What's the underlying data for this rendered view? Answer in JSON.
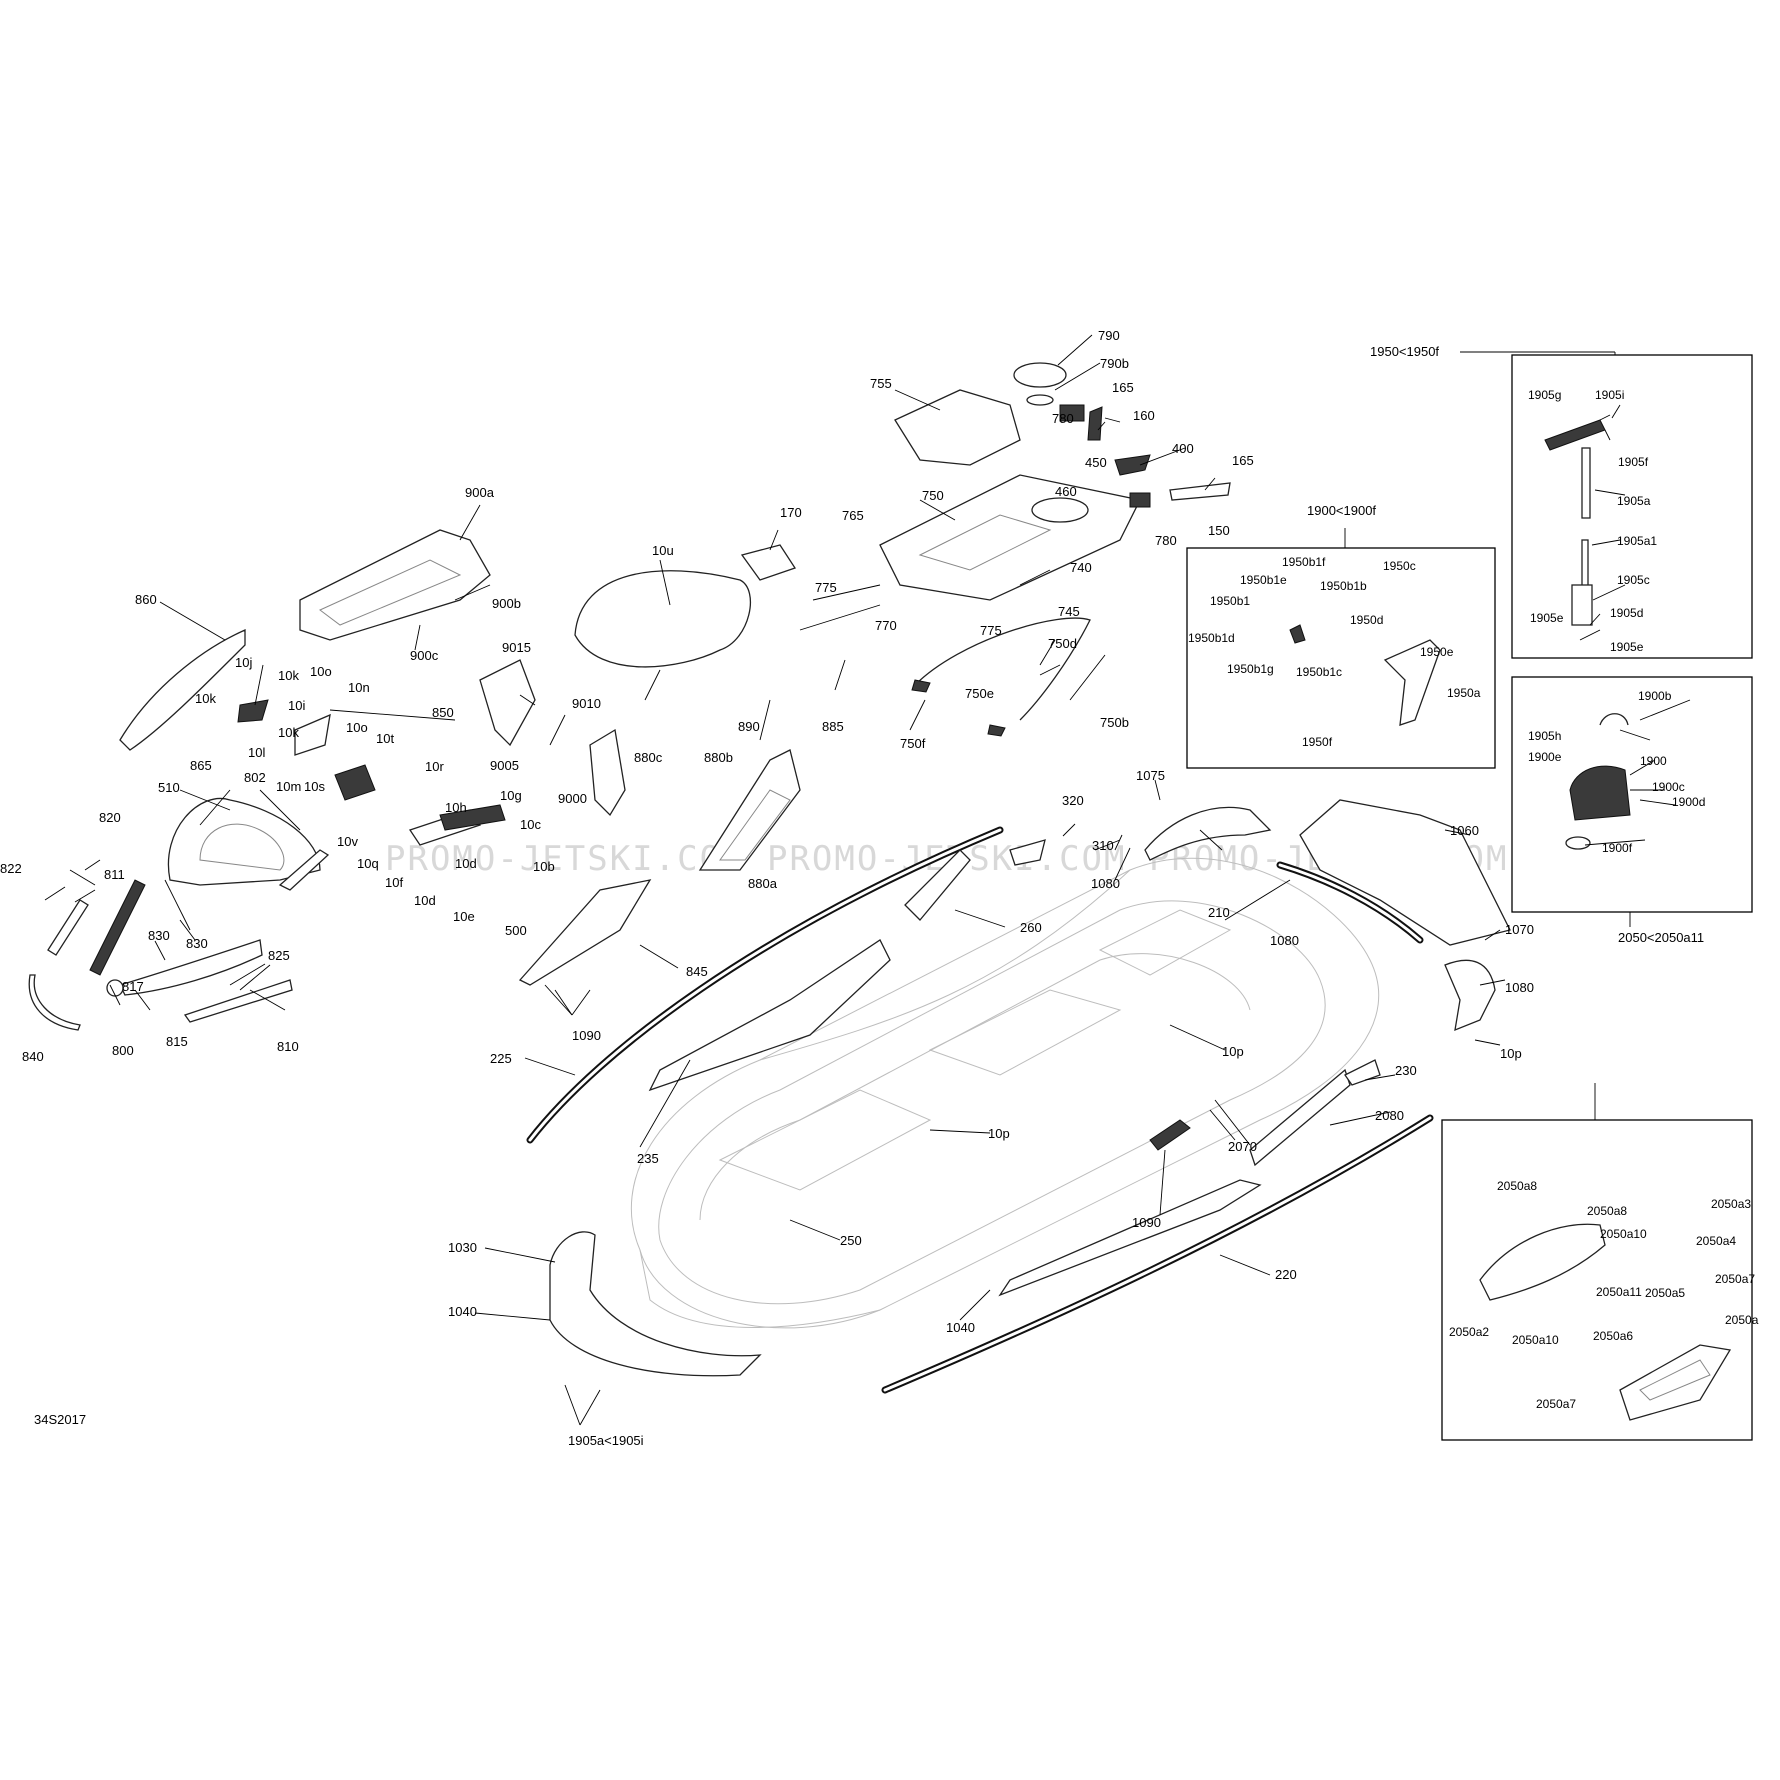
{
  "diagram": {
    "ref_code": "34S2017",
    "watermark": "PROMO-JETSKI.COM   PROMO-JETSKI.COM   PROMO-JETSKI.COM",
    "labels": [
      {
        "text": "790"
      },
      {
        "text": "790b"
      },
      {
        "text": "755"
      },
      {
        "text": "165"
      },
      {
        "text": "160"
      },
      {
        "text": "780"
      },
      {
        "text": "400"
      },
      {
        "text": "450"
      },
      {
        "text": "165"
      },
      {
        "text": "460"
      },
      {
        "text": "750"
      },
      {
        "text": "765"
      },
      {
        "text": "150"
      },
      {
        "text": "780"
      },
      {
        "text": "740"
      },
      {
        "text": "775"
      },
      {
        "text": "745"
      },
      {
        "text": "770"
      },
      {
        "text": "775"
      },
      {
        "text": "750d"
      },
      {
        "text": "750e"
      },
      {
        "text": "750b"
      },
      {
        "text": "750f"
      },
      {
        "text": "170"
      },
      {
        "text": "10u"
      },
      {
        "text": "900a"
      },
      {
        "text": "900b"
      },
      {
        "text": "900c"
      },
      {
        "text": "860"
      },
      {
        "text": "10j"
      },
      {
        "text": "10k"
      },
      {
        "text": "10k"
      },
      {
        "text": "10i"
      },
      {
        "text": "10k"
      },
      {
        "text": "10l"
      },
      {
        "text": "10m"
      },
      {
        "text": "10o"
      },
      {
        "text": "10n"
      },
      {
        "text": "10o"
      },
      {
        "text": "850"
      },
      {
        "text": "10t"
      },
      {
        "text": "865"
      },
      {
        "text": "9015"
      },
      {
        "text": "9010"
      },
      {
        "text": "9005"
      },
      {
        "text": "9000"
      },
      {
        "text": "880c"
      },
      {
        "text": "880b"
      },
      {
        "text": "890"
      },
      {
        "text": "885"
      },
      {
        "text": "880a"
      },
      {
        "text": "10r"
      },
      {
        "text": "10s"
      },
      {
        "text": "10h"
      },
      {
        "text": "10g"
      },
      {
        "text": "10v"
      },
      {
        "text": "10q"
      },
      {
        "text": "10c"
      },
      {
        "text": "10f"
      },
      {
        "text": "10d"
      },
      {
        "text": "10b"
      },
      {
        "text": "10d"
      },
      {
        "text": "10e"
      },
      {
        "text": "500"
      },
      {
        "text": "510"
      },
      {
        "text": "802"
      },
      {
        "text": "820"
      },
      {
        "text": "822"
      },
      {
        "text": "811"
      },
      {
        "text": "830"
      },
      {
        "text": "830"
      },
      {
        "text": "817"
      },
      {
        "text": "825"
      },
      {
        "text": "800"
      },
      {
        "text": "815"
      },
      {
        "text": "810"
      },
      {
        "text": "840"
      },
      {
        "text": "845"
      },
      {
        "text": "1090"
      },
      {
        "text": "225"
      },
      {
        "text": "235"
      },
      {
        "text": "260"
      },
      {
        "text": "320"
      },
      {
        "text": "310"
      },
      {
        "text": "1080"
      },
      {
        "text": "1075"
      },
      {
        "text": "210"
      },
      {
        "text": "1060"
      },
      {
        "text": "1080"
      },
      {
        "text": "1070"
      },
      {
        "text": "1080"
      },
      {
        "text": "10p"
      },
      {
        "text": "10p"
      },
      {
        "text": "10p"
      },
      {
        "text": "250"
      },
      {
        "text": "230"
      },
      {
        "text": "2080"
      },
      {
        "text": "2070"
      },
      {
        "text": "1090"
      },
      {
        "text": "220"
      },
      {
        "text": "1040"
      },
      {
        "text": "1030"
      },
      {
        "text": "1040"
      },
      {
        "text": "1905a<1905i"
      },
      {
        "text": "1950<1950f"
      },
      {
        "text": "1900<1900f"
      },
      {
        "text": "2050<2050a11"
      }
    ],
    "box_1905": [
      "1905g",
      "1905i",
      "1905f",
      "1905a",
      "1905a1",
      "1905c",
      "1905e",
      "1905d",
      "1905e"
    ],
    "box_1950": [
      "1950b1f",
      "1950b1e",
      "1950b1b",
      "1950c",
      "1950b1",
      "1950d",
      "1950b1d",
      "1950e",
      "1950b1g",
      "1950b1c",
      "1950a",
      "1950f"
    ],
    "box_1900": [
      "1900b",
      "1905h",
      "1900e",
      "1900",
      "1900c",
      "1900d",
      "1900f"
    ],
    "box_2050": [
      "2050a8",
      "2050a8",
      "2050a3",
      "2050a10",
      "2050a4",
      "2050a11",
      "2050a5",
      "2050a7",
      "2050a2",
      "2050a10",
      "2050a6",
      "2050a",
      "2050a7"
    ]
  }
}
